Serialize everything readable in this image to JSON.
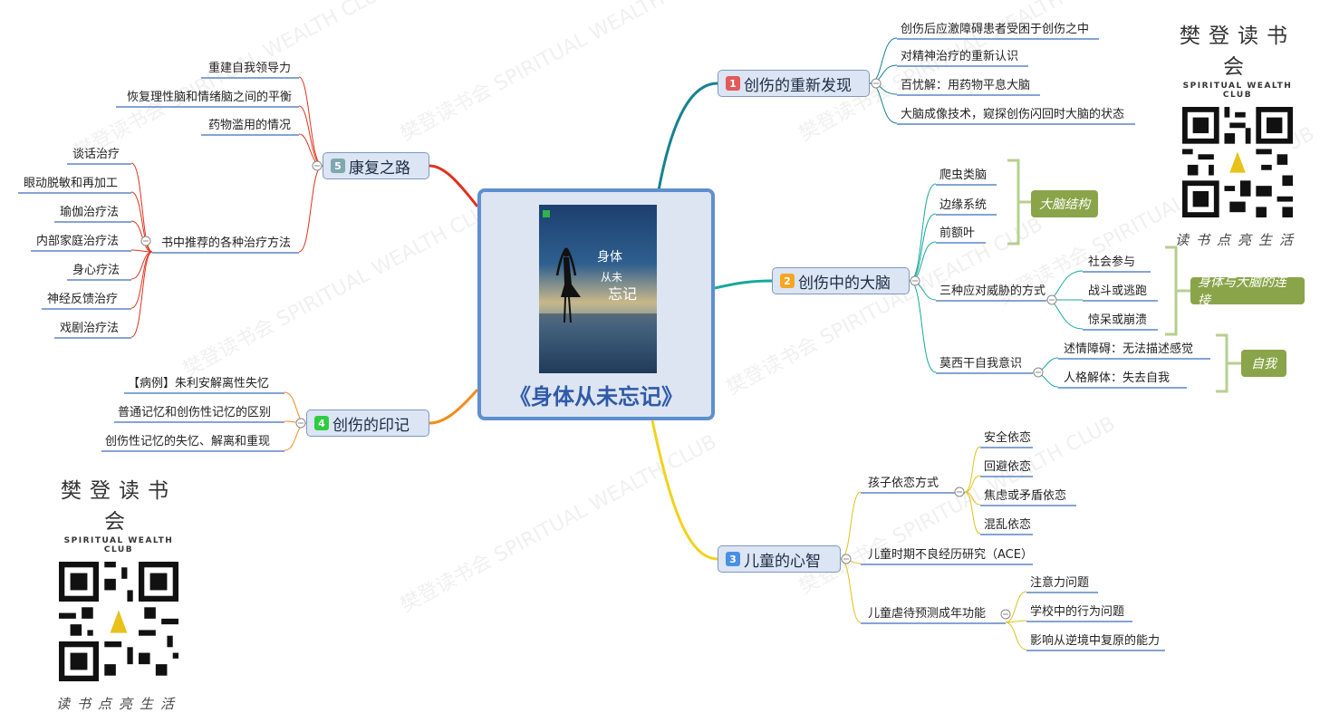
{
  "center": {
    "title": "《身体从未忘记》"
  },
  "branches": {
    "b1": {
      "num": "1",
      "label": "创伤的重新发现",
      "color": "#e25a5a",
      "items": [
        "创伤后应激障碍患者受困于创伤之中",
        "对精神治疗的重新认识",
        "百忧解：用药物平息大脑",
        "大脑成像技术，窥探创伤闪回时大脑的状态"
      ]
    },
    "b2": {
      "num": "2",
      "label": "创伤中的大脑",
      "color": "#f5a623",
      "brain": [
        "爬虫类脑",
        "边缘系统",
        "前额叶"
      ],
      "threat": {
        "label": "三种应对威胁的方式",
        "items": [
          "社会参与",
          "战斗或逃跑",
          "惊呆或崩溃"
        ]
      },
      "self": {
        "label": "莫西干自我意识",
        "items": [
          "述情障碍：无法描述感觉",
          "人格解体：失去自我"
        ]
      },
      "summaries": [
        "大脑结构",
        "身体与大脑的连接",
        "自我"
      ]
    },
    "b3": {
      "num": "3",
      "label": "儿童的心智",
      "color": "#4a90e2",
      "attach": {
        "label": "孩子依恋方式",
        "items": [
          "安全依恋",
          "回避依恋",
          "焦虑或矛盾依恋",
          "混乱依恋"
        ]
      },
      "ace": "儿童时期不良经历研究（ACE）",
      "abuse": {
        "label": "儿童虐待预测成年功能",
        "items": [
          "注意力问题",
          "学校中的行为问题",
          "影响从逆境中复原的能力"
        ]
      }
    },
    "b4": {
      "num": "4",
      "label": "创伤的印记",
      "color": "#2ecc40",
      "items": [
        "【病例】朱利安解离性失忆",
        "普通记忆和创伤性记忆的区别",
        "创伤性记忆的失忆、解离和重现"
      ]
    },
    "b5": {
      "num": "5",
      "label": "康复之路",
      "color": "#7fa7b0",
      "items": [
        "重建自我领导力",
        "恢复理性脑和情绪脑之间的平衡",
        "药物滥用的情况"
      ],
      "therapy": {
        "label": "书中推荐的各种治疗方法",
        "items": [
          "谈话治疗",
          "眼动脱敏和再加工",
          "瑜伽治疗法",
          "内部家庭治疗法",
          "身心疗法",
          "神经反馈治疗",
          "戏剧治疗法"
        ]
      }
    }
  },
  "brand": {
    "cn": "樊登读书会",
    "en": "SPIRITUAL WEALTH CLUB",
    "tagline": "读书点亮生活"
  },
  "watermark": "樊登读书会 SPIRITUAL WEALTH CLUB"
}
